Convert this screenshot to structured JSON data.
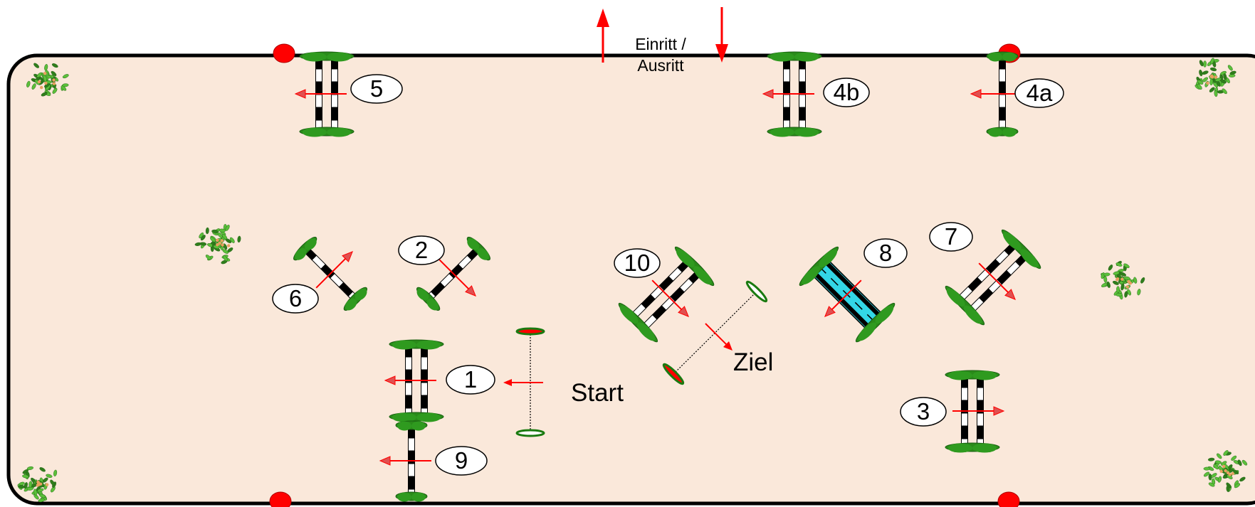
{
  "gate": {
    "line1": "Einritt /",
    "line2": "Ausritt"
  },
  "start_label": "Start",
  "finish_label": "Ziel",
  "obstacles": [
    {
      "id": "o5",
      "number": "5",
      "rails": 2,
      "color": "black",
      "direction": "left"
    },
    {
      "id": "o4b",
      "number": "4b",
      "rails": 2,
      "color": "black",
      "direction": "left"
    },
    {
      "id": "o4a",
      "number": "4a",
      "rails": 1,
      "color": "black",
      "direction": "left"
    },
    {
      "id": "o6",
      "number": "6",
      "rails": 1,
      "color": "black",
      "direction": "up-right"
    },
    {
      "id": "o2",
      "number": "2",
      "rails": 1,
      "color": "black",
      "direction": "down-right"
    },
    {
      "id": "o10",
      "number": "10",
      "rails": 2,
      "color": "black",
      "direction": "down-right"
    },
    {
      "id": "o8",
      "number": "8",
      "rails": 2,
      "color": "cyan",
      "direction": "down-left"
    },
    {
      "id": "o7",
      "number": "7",
      "rails": 2,
      "color": "black",
      "direction": "down-right"
    },
    {
      "id": "o1",
      "number": "1",
      "rails": 2,
      "color": "black",
      "direction": "left"
    },
    {
      "id": "o9",
      "number": "9",
      "rails": 1,
      "color": "black",
      "direction": "left"
    },
    {
      "id": "o3",
      "number": "3",
      "rails": 2,
      "color": "black",
      "direction": "right"
    }
  ],
  "colors": {
    "arena_fill": "#fae8da",
    "arena_border": "#000000",
    "arrow": "#ff0000",
    "foliage": "#2a8a1a",
    "post_marker": "#ff0000",
    "water_rail": "#33d6e6",
    "plant": "#5bbf3a"
  }
}
